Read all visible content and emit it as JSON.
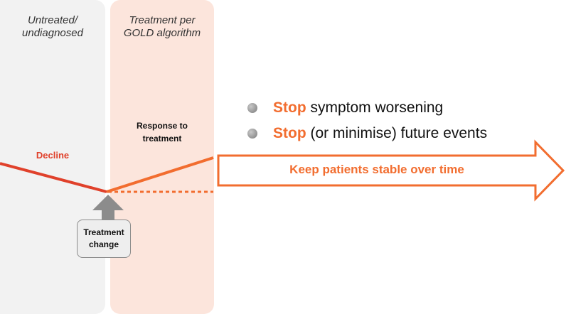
{
  "panels": {
    "untreated": {
      "title_line1": "Untreated/",
      "title_line2": "undiagnosed"
    },
    "treatment": {
      "title_line1": "Treatment per",
      "title_line2": "GOLD algorithm"
    }
  },
  "labels": {
    "decline": "Decline",
    "response_line1": "Response to",
    "response_line2": "treatment",
    "treatment_change_line1": "Treatment",
    "treatment_change_line2": "change"
  },
  "bullets": [
    {
      "highlight": "Stop",
      "text": " symptom worsening"
    },
    {
      "highlight": "Stop",
      "text": " (or minimise) future events"
    }
  ],
  "arrow": {
    "text": "Keep patients stable over time"
  },
  "colors": {
    "accent_orange": "#f26d2f",
    "decline_red": "#e0412b",
    "untreated_panel": "#f2f2f2",
    "treatment_panel": "#fce5dc",
    "up_arrow_gray": "#8c8c8c"
  }
}
